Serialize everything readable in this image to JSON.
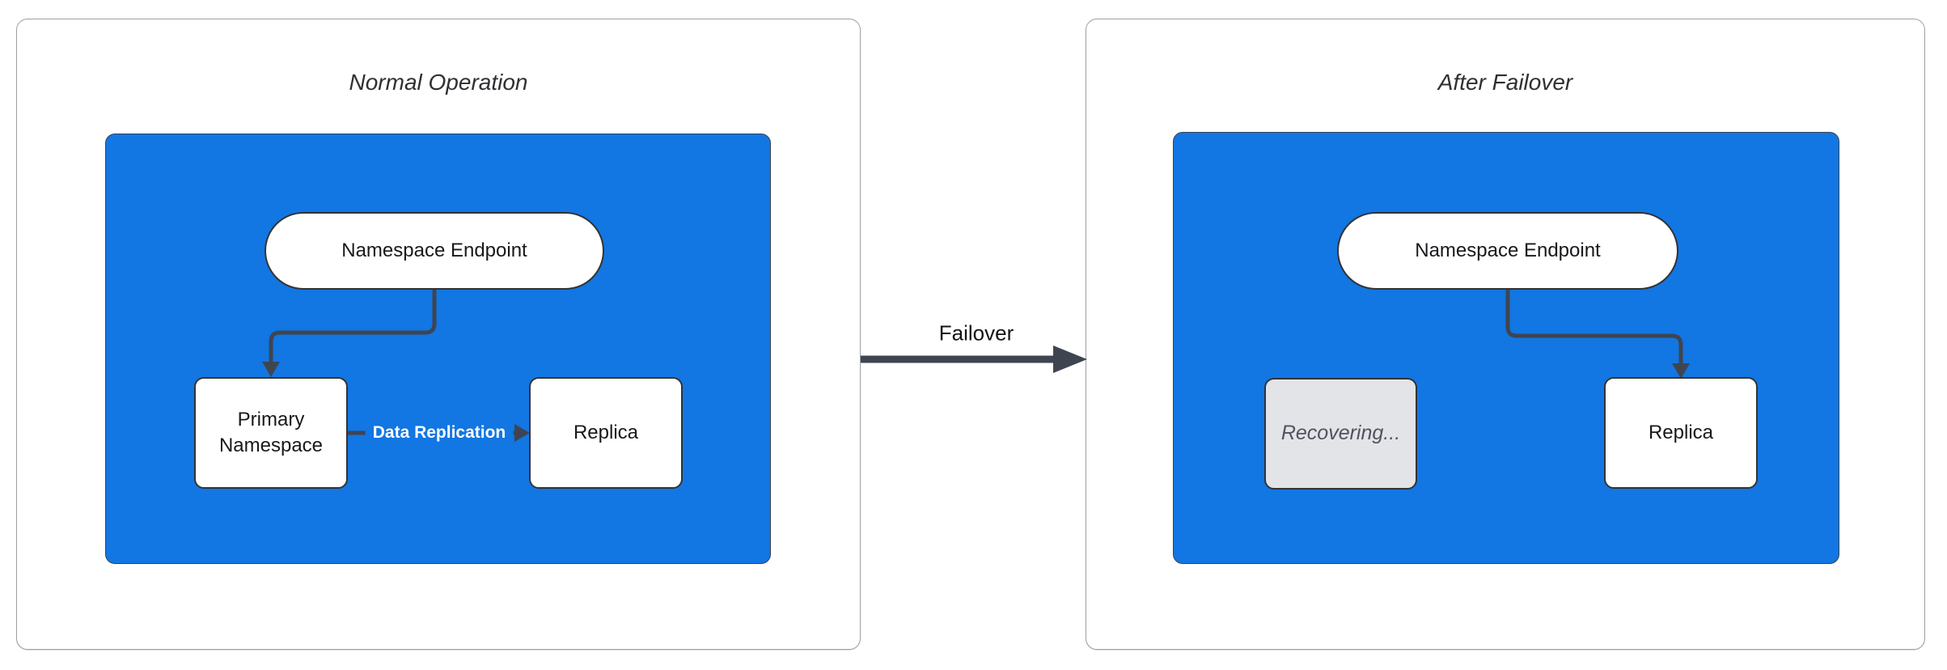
{
  "diagram": {
    "type": "failover-flow",
    "colors": {
      "cluster-blue": "#1276e3",
      "edge-color": "#3f4550",
      "node-border": "#333333",
      "inactive-fill": "#e3e4e8",
      "inactive-text": "#4e545e"
    },
    "panels": [
      {
        "title": "Normal Operation",
        "nodes": [
          {
            "label": "Namespace Endpoint",
            "shape": "stadium"
          },
          {
            "label": "Primary Namespace",
            "shape": "rect"
          },
          {
            "label": "Replica",
            "shape": "rect"
          }
        ],
        "edges": [
          {
            "from": "Namespace Endpoint",
            "to": "Primary Namespace",
            "label": ""
          },
          {
            "from": "Primary Namespace",
            "to": "Replica",
            "label": "Data Replication"
          }
        ]
      },
      {
        "title": "After Failover",
        "nodes": [
          {
            "label": "Namespace Endpoint",
            "shape": "stadium"
          },
          {
            "label": "Recovering...",
            "shape": "rect",
            "state": "inactive"
          },
          {
            "label": "Replica",
            "shape": "rect"
          }
        ],
        "edges": [
          {
            "from": "Namespace Endpoint",
            "to": "Replica",
            "label": ""
          }
        ]
      }
    ],
    "transition": {
      "label": "Failover"
    }
  }
}
